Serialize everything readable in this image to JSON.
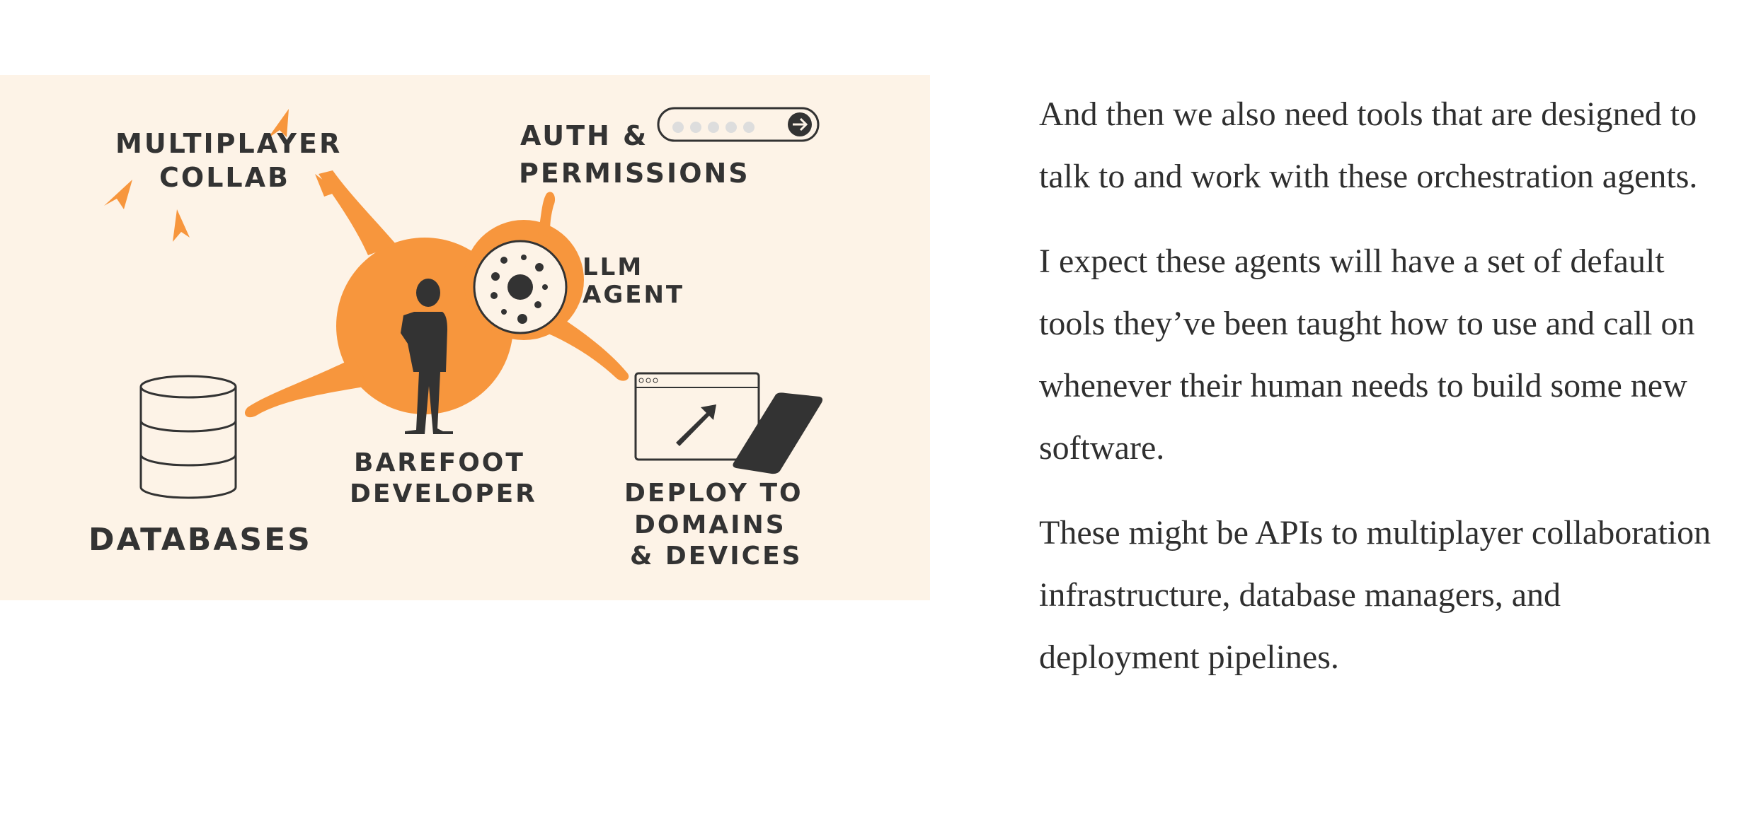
{
  "illustration": {
    "labels": {
      "multiplayer_line1": "MULTIPLAYER",
      "multiplayer_line2": "COLLAB",
      "auth_line1": "AUTH &",
      "auth_line2": "PERMISSIONS",
      "llm_line1": "LLM",
      "llm_line2": "AGENT",
      "databases": "DATABASES",
      "developer_line1": "BAREFOOT",
      "developer_line2": "DEVELOPER",
      "deploy_line1": "DEPLOY TO",
      "deploy_line2": "DOMAINS",
      "deploy_line3": "& DEVICES"
    },
    "colors": {
      "background": "#fdf3e7",
      "accent": "#f7963d",
      "ink": "#333333"
    },
    "icons": [
      "password-field-icon",
      "arrow-right-circle-icon",
      "database-icon",
      "person-icon",
      "llm-agent-icon",
      "browser-window-icon",
      "phone-icon",
      "arrow-up-right-icon",
      "arrow-icon"
    ]
  },
  "prose": {
    "paragraphs": [
      "And then we also need tools that are designed to talk to and work with these orchestration agents.",
      "I expect these agents will have a set of default tools they’ve been taught how to use and call on whenever their human needs to build some new software.",
      "These might be APIs to multiplayer collaboration infrastructure, database managers, and deployment pipelines."
    ]
  }
}
